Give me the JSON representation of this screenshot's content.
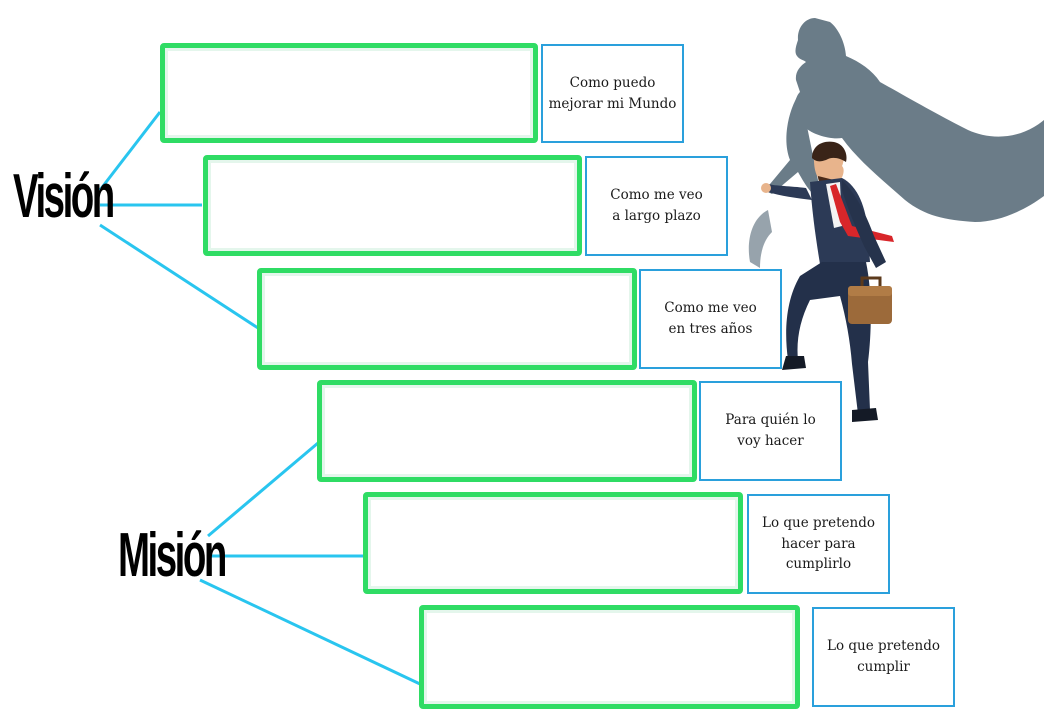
{
  "vision": {
    "title": "Visión",
    "rows": [
      {
        "line1": "Como puedo",
        "line2": "mejorar mi Mundo"
      },
      {
        "line1": "Como me veo",
        "line2": "a largo plazo"
      },
      {
        "line1": "Como me veo",
        "line2": "en tres años"
      }
    ]
  },
  "mision": {
    "title": "Misión",
    "rows": [
      {
        "line1": "Para quién lo",
        "line2": "voy hacer"
      },
      {
        "line1": "Lo que pretendo",
        "line2": "hacer para cumplirlo"
      },
      {
        "line1": "Lo que pretendo",
        "line2": "cumplir"
      }
    ]
  },
  "colors": {
    "green_border": "#2fdc64",
    "blue_border": "#2aa0dc",
    "connector": "#29c5ef"
  },
  "illustration": "businessman-climbing-stairs-with-superhero-shadow"
}
